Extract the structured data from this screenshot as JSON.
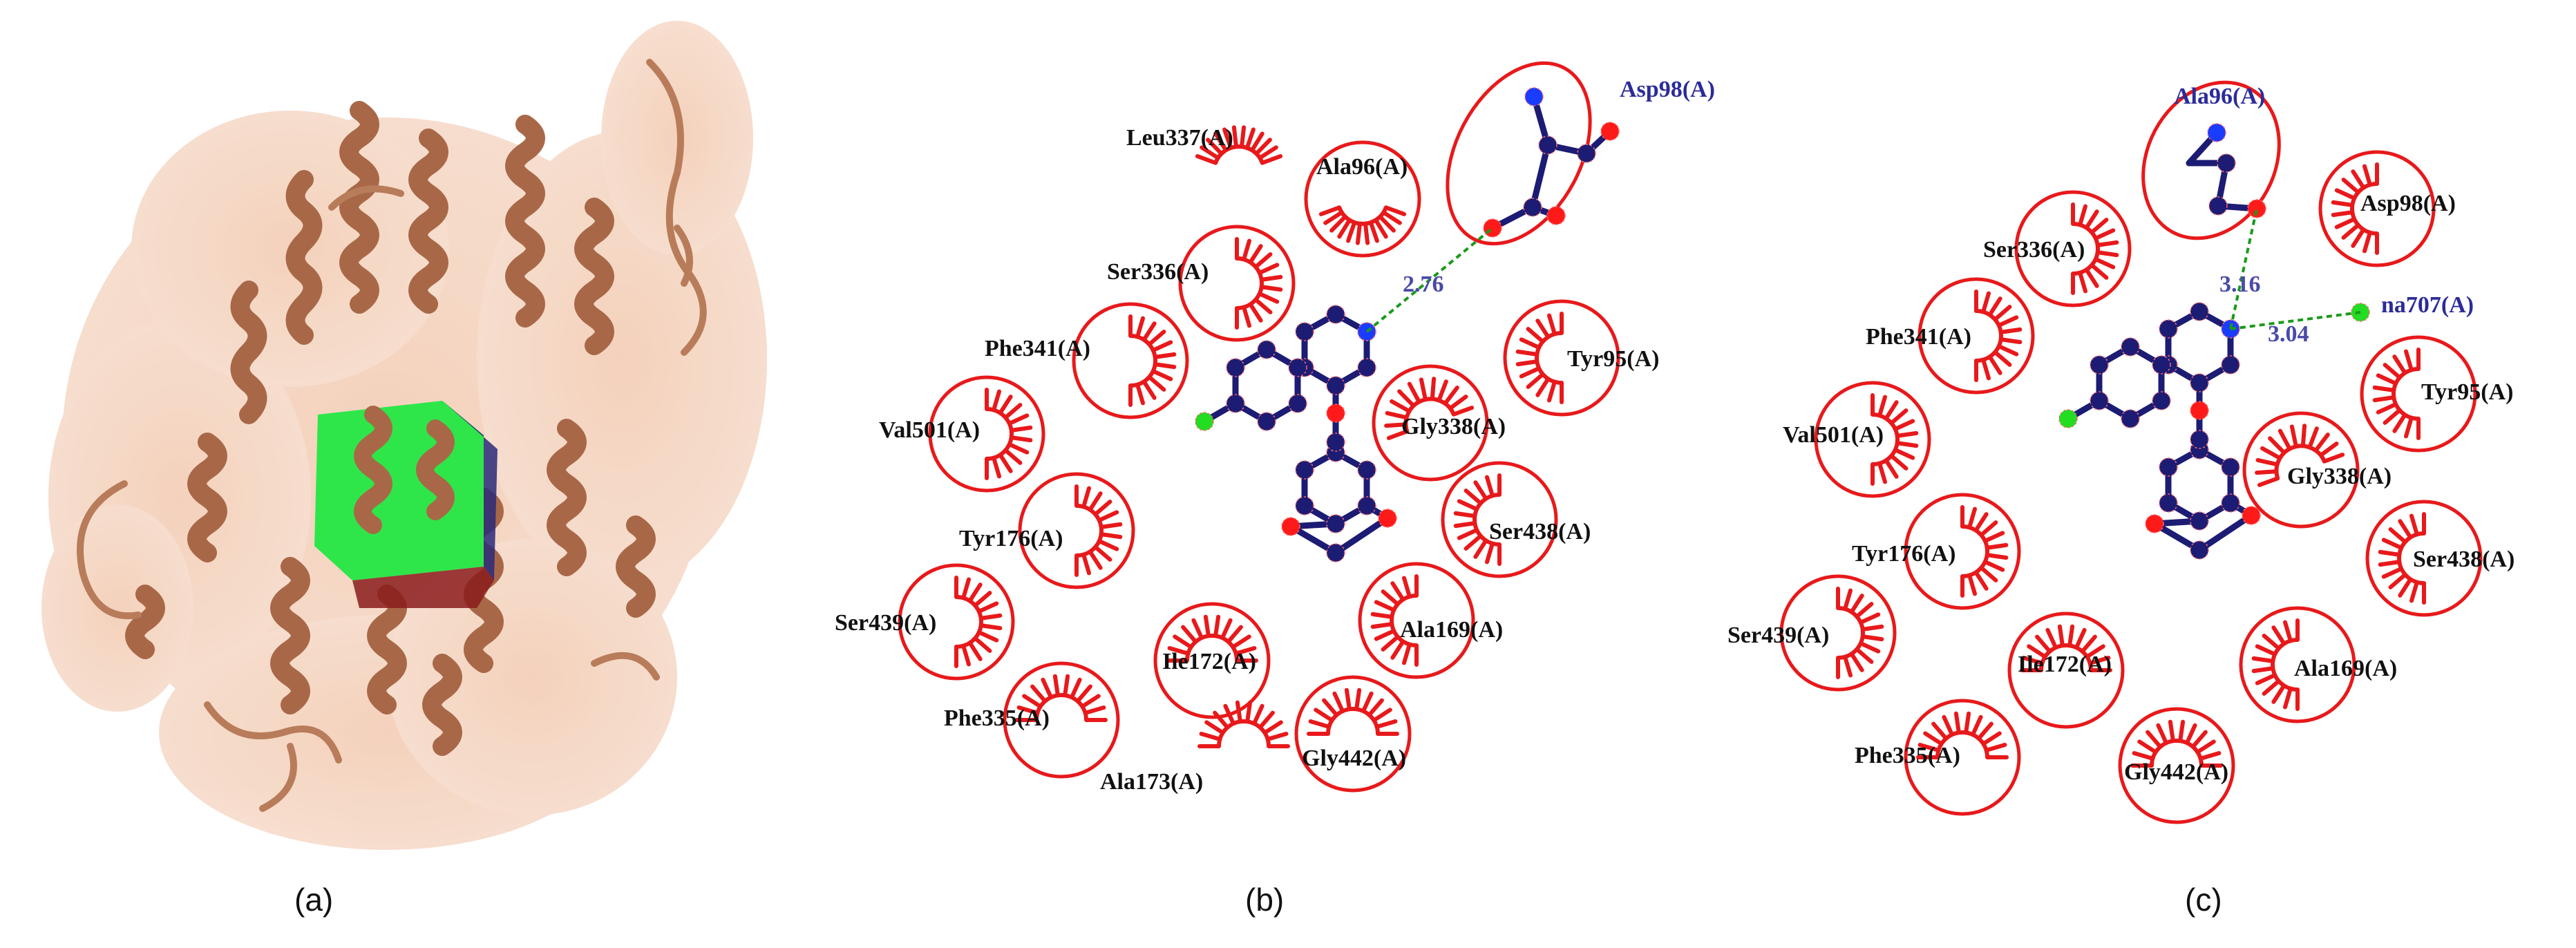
{
  "colors": {
    "residue_circle": "#e8191b",
    "ligand_bond": "#1c1c74",
    "oxygen": "#ff1a1a",
    "nitrogen": "#1a3cff",
    "chlorine": "#22dd22",
    "hbond": "#1a9a1a",
    "protein_ribbon": "#b87c5a",
    "protein_surface": "#f0c4a8",
    "binding_box": "#2ee64a",
    "hbond_label": "#4a4aa8",
    "highlight_label": "#2b2b9a"
  },
  "panel_a": {
    "label": "(a)"
  },
  "panel_b": {
    "label": "(b)",
    "hbond_distances": [
      "2.76"
    ],
    "highlighted_residue": "Asp98(A)",
    "residues": [
      "Leu337(A)",
      "Ala96(A)",
      "Ser336(A)",
      "Phe341(A)",
      "Val501(A)",
      "Tyr176(A)",
      "Ser439(A)",
      "Phe335(A)",
      "Ile172(A)",
      "Ala173(A)",
      "Gly442(A)",
      "Ala169(A)",
      "Ser438(A)",
      "Gly338(A)",
      "Tyr95(A)"
    ]
  },
  "panel_c": {
    "label": "(c)",
    "hbond_distances": [
      "3.16",
      "3.04"
    ],
    "highlighted_residues": [
      "Ala96(A)",
      "na707(A)"
    ],
    "residues": [
      "Ser336(A)",
      "Asp98(A)",
      "Phe341(A)",
      "Tyr95(A)",
      "Val501(A)",
      "Gly338(A)",
      "Tyr176(A)",
      "Ser438(A)",
      "Ser439(A)",
      "Ile172(A)",
      "Ala169(A)",
      "Phe335(A)",
      "Gly442(A)"
    ]
  }
}
